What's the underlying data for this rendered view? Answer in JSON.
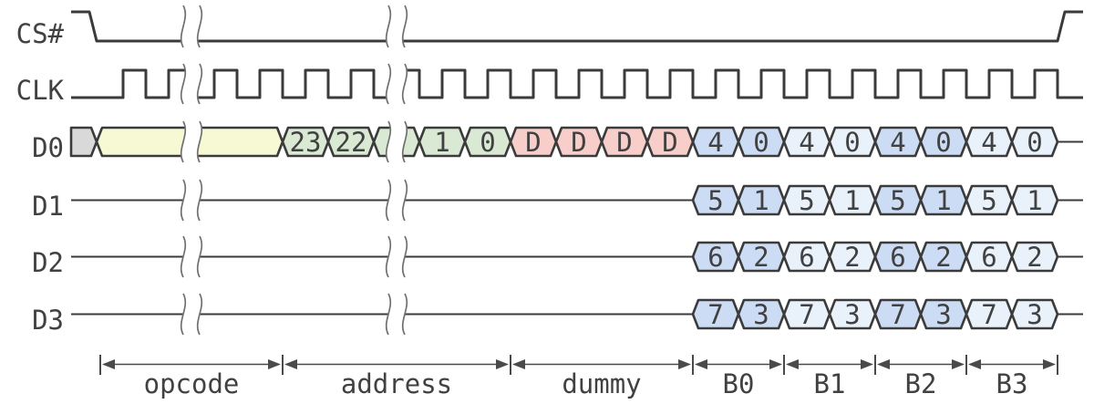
{
  "diagram": {
    "kind": "timing-diagram",
    "description": "Quad SPI fast-read waveform",
    "palette": {
      "line": "#3b3b3b",
      "text": "#414141",
      "arrow": "#4a4a4a",
      "gap_stroke": "#707070",
      "background": "#ffffff",
      "cell_undefined": "#d9d9d9",
      "cell_opcode": "#f6f9d3",
      "cell_address": "#d9e9d3",
      "cell_dummy": "#f8cecb",
      "cell_data_strong": "#ccdcf5",
      "cell_data_soft": "#e9f2fb"
    },
    "signals": [
      {
        "name": "CS#",
        "type": "bit",
        "falls_at": -0.24,
        "rises_at": 21
      },
      {
        "name": "CLK",
        "type": "clock",
        "first_rise": 0.5,
        "pulses": 21
      },
      {
        "name": "D0",
        "type": "bus",
        "tail_from": 21,
        "cells": [
          {
            "label": "",
            "color": "cell_undefined",
            "from": -0.64,
            "to": -0.08,
            "flat_left": true
          },
          {
            "label": "",
            "color": "cell_opcode",
            "from": -0.08,
            "to": 4
          },
          {
            "label": "23",
            "color": "cell_address",
            "from": 4,
            "to": 5
          },
          {
            "label": "22",
            "color": "cell_address",
            "from": 5,
            "to": 6
          },
          {
            "label": "",
            "color": "cell_address",
            "from": 6,
            "to": 7
          },
          {
            "label": "1",
            "color": "cell_address",
            "from": 7,
            "to": 8
          },
          {
            "label": "0",
            "color": "cell_address",
            "from": 8,
            "to": 9
          },
          {
            "label": "D",
            "color": "cell_dummy",
            "from": 9,
            "to": 10
          },
          {
            "label": "D",
            "color": "cell_dummy",
            "from": 10,
            "to": 11
          },
          {
            "label": "D",
            "color": "cell_dummy",
            "from": 11,
            "to": 12
          },
          {
            "label": "D",
            "color": "cell_dummy",
            "from": 12,
            "to": 13
          },
          {
            "label": "4",
            "color": "cell_data_strong",
            "from": 13,
            "to": 14
          },
          {
            "label": "0",
            "color": "cell_data_strong",
            "from": 14,
            "to": 15
          },
          {
            "label": "4",
            "color": "cell_data_soft",
            "from": 15,
            "to": 16
          },
          {
            "label": "0",
            "color": "cell_data_soft",
            "from": 16,
            "to": 17
          },
          {
            "label": "4",
            "color": "cell_data_strong",
            "from": 17,
            "to": 18
          },
          {
            "label": "0",
            "color": "cell_data_strong",
            "from": 18,
            "to": 19
          },
          {
            "label": "4",
            "color": "cell_data_soft",
            "from": 19,
            "to": 20
          },
          {
            "label": "0",
            "color": "cell_data_soft",
            "from": 20,
            "to": 21
          }
        ]
      },
      {
        "name": "D1",
        "type": "bus",
        "line_to": 13,
        "tail_from": 21,
        "cells": [
          {
            "label": "5",
            "color": "cell_data_strong",
            "from": 13,
            "to": 14
          },
          {
            "label": "1",
            "color": "cell_data_strong",
            "from": 14,
            "to": 15
          },
          {
            "label": "5",
            "color": "cell_data_soft",
            "from": 15,
            "to": 16
          },
          {
            "label": "1",
            "color": "cell_data_soft",
            "from": 16,
            "to": 17
          },
          {
            "label": "5",
            "color": "cell_data_strong",
            "from": 17,
            "to": 18
          },
          {
            "label": "1",
            "color": "cell_data_strong",
            "from": 18,
            "to": 19
          },
          {
            "label": "5",
            "color": "cell_data_soft",
            "from": 19,
            "to": 20
          },
          {
            "label": "1",
            "color": "cell_data_soft",
            "from": 20,
            "to": 21
          }
        ]
      },
      {
        "name": "D2",
        "type": "bus",
        "line_to": 13,
        "tail_from": 21,
        "cells": [
          {
            "label": "6",
            "color": "cell_data_strong",
            "from": 13,
            "to": 14
          },
          {
            "label": "2",
            "color": "cell_data_strong",
            "from": 14,
            "to": 15
          },
          {
            "label": "6",
            "color": "cell_data_soft",
            "from": 15,
            "to": 16
          },
          {
            "label": "2",
            "color": "cell_data_soft",
            "from": 16,
            "to": 17
          },
          {
            "label": "6",
            "color": "cell_data_strong",
            "from": 17,
            "to": 18
          },
          {
            "label": "2",
            "color": "cell_data_strong",
            "from": 18,
            "to": 19
          },
          {
            "label": "6",
            "color": "cell_data_soft",
            "from": 19,
            "to": 20
          },
          {
            "label": "2",
            "color": "cell_data_soft",
            "from": 20,
            "to": 21
          }
        ]
      },
      {
        "name": "D3",
        "type": "bus",
        "line_to": 13,
        "tail_from": 21,
        "cells": [
          {
            "label": "7",
            "color": "cell_data_strong",
            "from": 13,
            "to": 14
          },
          {
            "label": "3",
            "color": "cell_data_strong",
            "from": 14,
            "to": 15
          },
          {
            "label": "7",
            "color": "cell_data_soft",
            "from": 15,
            "to": 16
          },
          {
            "label": "3",
            "color": "cell_data_soft",
            "from": 16,
            "to": 17
          },
          {
            "label": "7",
            "color": "cell_data_strong",
            "from": 17,
            "to": 18
          },
          {
            "label": "3",
            "color": "cell_data_strong",
            "from": 18,
            "to": 19
          },
          {
            "label": "7",
            "color": "cell_data_soft",
            "from": 19,
            "to": 20
          },
          {
            "label": "3",
            "color": "cell_data_soft",
            "from": 20,
            "to": 21
          }
        ]
      }
    ],
    "breaks": [
      2.0,
      6.5
    ],
    "spans": [
      {
        "label": "opcode",
        "from": 0,
        "to": 4
      },
      {
        "label": "address",
        "from": 4,
        "to": 9
      },
      {
        "label": "dummy",
        "from": 9,
        "to": 13
      },
      {
        "label": "B0",
        "from": 13,
        "to": 15
      },
      {
        "label": "B1",
        "from": 15,
        "to": 17
      },
      {
        "label": "B2",
        "from": 17,
        "to": 19
      },
      {
        "label": "B3",
        "from": 19,
        "to": 21
      }
    ]
  }
}
